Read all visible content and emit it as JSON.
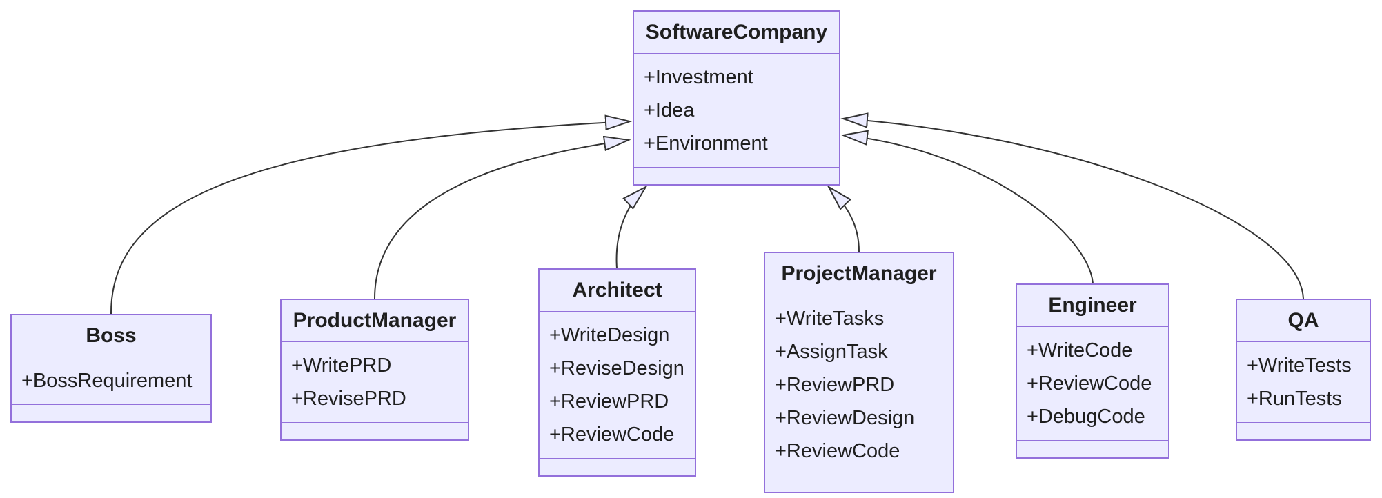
{
  "diagram": {
    "type": "uml-class-diagram",
    "parent_class": "SoftwareCompany",
    "colors": {
      "node_fill": "#ECECFF",
      "node_border": "#9370DB",
      "edge_line": "#333333",
      "arrowhead_fill": "#ECECFF",
      "text": "#1f1f1f",
      "background": "#ffffff"
    },
    "classes": [
      {
        "id": "softwarecompany",
        "name": "SoftwareCompany",
        "attributes": [
          "+Investment",
          "+Idea",
          "+Environment"
        ],
        "methods": []
      },
      {
        "id": "boss",
        "name": "Boss",
        "attributes": [
          "+BossRequirement"
        ],
        "methods": []
      },
      {
        "id": "productmanager",
        "name": "ProductManager",
        "attributes": [
          "+WritePRD",
          "+RevisePRD"
        ],
        "methods": []
      },
      {
        "id": "architect",
        "name": "Architect",
        "attributes": [
          "+WriteDesign",
          "+ReviseDesign",
          "+ReviewPRD",
          "+ReviewCode"
        ],
        "methods": []
      },
      {
        "id": "projectmanager",
        "name": "ProjectManager",
        "attributes": [
          "+WriteTasks",
          "+AssignTask",
          "+ReviewPRD",
          "+ReviewDesign",
          "+ReviewCode"
        ],
        "methods": []
      },
      {
        "id": "engineer",
        "name": "Engineer",
        "attributes": [
          "+WriteCode",
          "+ReviewCode",
          "+DebugCode"
        ],
        "methods": []
      },
      {
        "id": "qa",
        "name": "QA",
        "attributes": [
          "+WriteTests",
          "+RunTests"
        ],
        "methods": []
      }
    ],
    "relationships": [
      {
        "from": "Boss",
        "to": "SoftwareCompany",
        "type": "inheritance"
      },
      {
        "from": "ProductManager",
        "to": "SoftwareCompany",
        "type": "inheritance"
      },
      {
        "from": "Architect",
        "to": "SoftwareCompany",
        "type": "inheritance"
      },
      {
        "from": "ProjectManager",
        "to": "SoftwareCompany",
        "type": "inheritance"
      },
      {
        "from": "Engineer",
        "to": "SoftwareCompany",
        "type": "inheritance"
      },
      {
        "from": "QA",
        "to": "SoftwareCompany",
        "type": "inheritance"
      }
    ]
  }
}
